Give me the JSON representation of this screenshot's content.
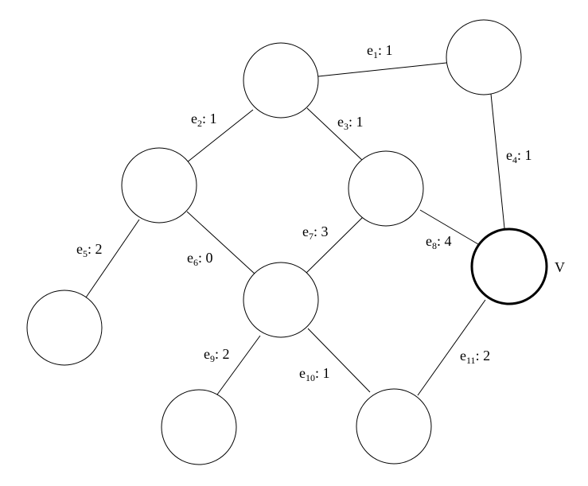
{
  "graph": {
    "highlight_node_label": "V",
    "edges": [
      {
        "name": "e",
        "sub": "1",
        "weight": "1"
      },
      {
        "name": "e",
        "sub": "2",
        "weight": "1"
      },
      {
        "name": "e",
        "sub": "3",
        "weight": "1"
      },
      {
        "name": "e",
        "sub": "4",
        "weight": "1"
      },
      {
        "name": "e",
        "sub": "5",
        "weight": "2"
      },
      {
        "name": "e",
        "sub": "6",
        "weight": "0"
      },
      {
        "name": "e",
        "sub": "7",
        "weight": "3"
      },
      {
        "name": "e",
        "sub": "8",
        "weight": "4"
      },
      {
        "name": "e",
        "sub": "9",
        "weight": "2"
      },
      {
        "name": "e",
        "sub": "10",
        "weight": "1"
      },
      {
        "name": "e",
        "sub": "11",
        "weight": "2"
      }
    ]
  }
}
